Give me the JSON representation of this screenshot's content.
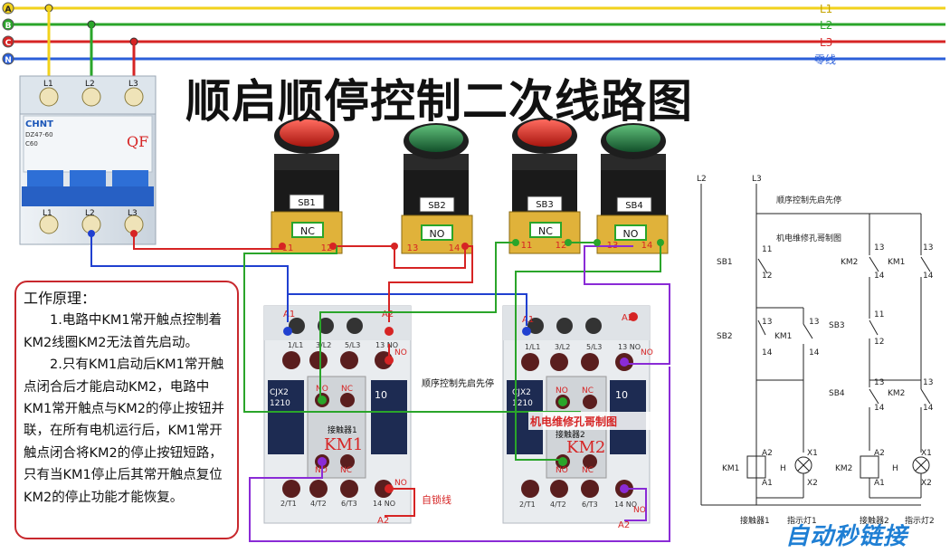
{
  "title": "顺启顺停控制二次线路图",
  "phases": {
    "left": [
      "A",
      "B",
      "C",
      "N"
    ],
    "right": [
      "L1",
      "L2",
      "L3",
      "零线"
    ],
    "colors": [
      "#f2d21b",
      "#2aa52a",
      "#d62424",
      "#2b5fd9"
    ]
  },
  "breaker": {
    "brand": "CHNT",
    "model": "DZ47-60",
    "rating": "C60",
    "label": "QF",
    "terminals_top": [
      "L1",
      "L2",
      "L3"
    ],
    "terminals_bottom": [
      "L1",
      "L2",
      "L3"
    ]
  },
  "buttons": [
    {
      "id": "SB1",
      "contact": "NC",
      "t1": "11",
      "t2": "12",
      "color": "#d8312c"
    },
    {
      "id": "SB2",
      "contact": "NO",
      "t1": "13",
      "t2": "14",
      "color": "#2f8f4a"
    },
    {
      "id": "SB3",
      "contact": "NC",
      "t1": "11",
      "t2": "12",
      "color": "#d8312c"
    },
    {
      "id": "SB4",
      "contact": "NO",
      "t1": "13",
      "t2": "14",
      "color": "#2f8f4a"
    }
  ],
  "contactors": [
    {
      "name": "KM1",
      "model_top": "CJX2",
      "model_bottom": "1210",
      "aux_top": "10",
      "caption": "接触器1",
      "a1": "A1",
      "a2": "A2",
      "top_terms": [
        "1/L1",
        "3/L2",
        "5/L3",
        "13 NO"
      ],
      "bottom_terms": [
        "2/T1",
        "4/T2",
        "6/T3",
        "14 NO"
      ],
      "no": "NO",
      "nc": "NC",
      "self_lock": "自锁线"
    },
    {
      "name": "KM2",
      "model_top": "CJX2",
      "model_bottom": "1210",
      "aux_top": "10",
      "caption": "接触器2",
      "a1": "A1",
      "a2": "A2",
      "top_terms": [
        "1/L1",
        "3/L2",
        "5/L3",
        "13 NO"
      ],
      "bottom_terms": [
        "2/T1",
        "4/T2",
        "6/T3",
        "14 NO"
      ],
      "no": "NO",
      "nc": "NC"
    }
  ],
  "middle_note": "顺序控制先启先停",
  "red_caption": "机电维修孔哥制图",
  "explanation": {
    "heading": "工作原理：",
    "p1": "1.电路中KM1常开触点控制着KM2线圈KM2无法首先启动。",
    "p2": "2.只有KM1启动后KM1常开触点闭合后才能启动KM2，电路中KM1常开触点与KM2的停止按钮并联，在所有电机运行后，KM1常开触点闭合将KM2的停止按钮短路，只有当KM1停止后其常开触点复位KM2的停止功能才能恢复。"
  },
  "schematic": {
    "rail_left": "L2",
    "rail_right": "L3",
    "title": "顺序控制先启先停",
    "subtitle": "机电维修孔哥制图",
    "sb1": "SB1",
    "sb2": "SB2",
    "sb3": "SB3",
    "sb4": "SB4",
    "km1": "KM1",
    "km2": "KM2",
    "h": "H",
    "n11": "11",
    "n12": "12",
    "n13": "13",
    "n14": "14",
    "a1": "A1",
    "a2": "A2",
    "x1": "X1",
    "x2": "X2",
    "bottom": [
      "接触器1",
      "指示灯1",
      "接触器2",
      "指示灯2"
    ]
  },
  "watermark": "自动秒链接"
}
